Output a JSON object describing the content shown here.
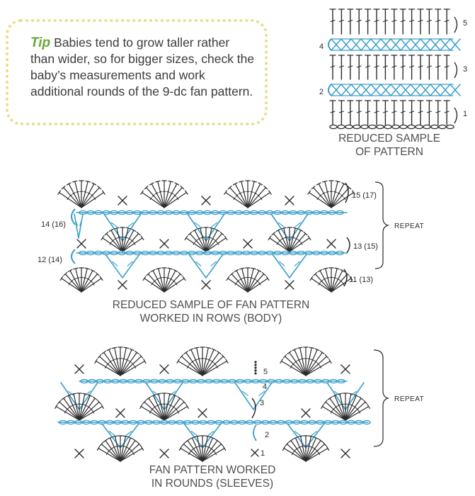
{
  "tip": {
    "label": "Tip",
    "text": "Babies tend to grow taller rather than wider, so for bigger sizes, check the baby’s measurements and work additional rounds of the 9-dc fan pattern."
  },
  "diagram1": {
    "caption_line1": "REDUCED SAMPLE",
    "caption_line2": "OF PATTERN",
    "row_labels": [
      "5",
      "4",
      "3",
      "2",
      "1"
    ]
  },
  "diagram2": {
    "caption_line1": "REDUCED SAMPLE OF FAN PATTERN",
    "caption_line2": "WORKED IN ROWS (BODY)",
    "row_labels": [
      "15 (17)",
      "14 (16)",
      "13 (15)",
      "12 (14)",
      "11 (13)"
    ],
    "repeat_label": "REPEAT"
  },
  "diagram3": {
    "caption_line1": "FAN PATTERN WORKED",
    "caption_line2": "IN ROUNDS (SLEEVES)",
    "round_labels": [
      "5",
      "4",
      "3",
      "2",
      "1"
    ],
    "repeat_label": "REPEAT"
  },
  "colors": {
    "stitch_dark": "#2b2b2b",
    "stitch_blue": "#3a9fc9",
    "tip_border": "#e9dd84",
    "tip_label": "#6aa636"
  }
}
